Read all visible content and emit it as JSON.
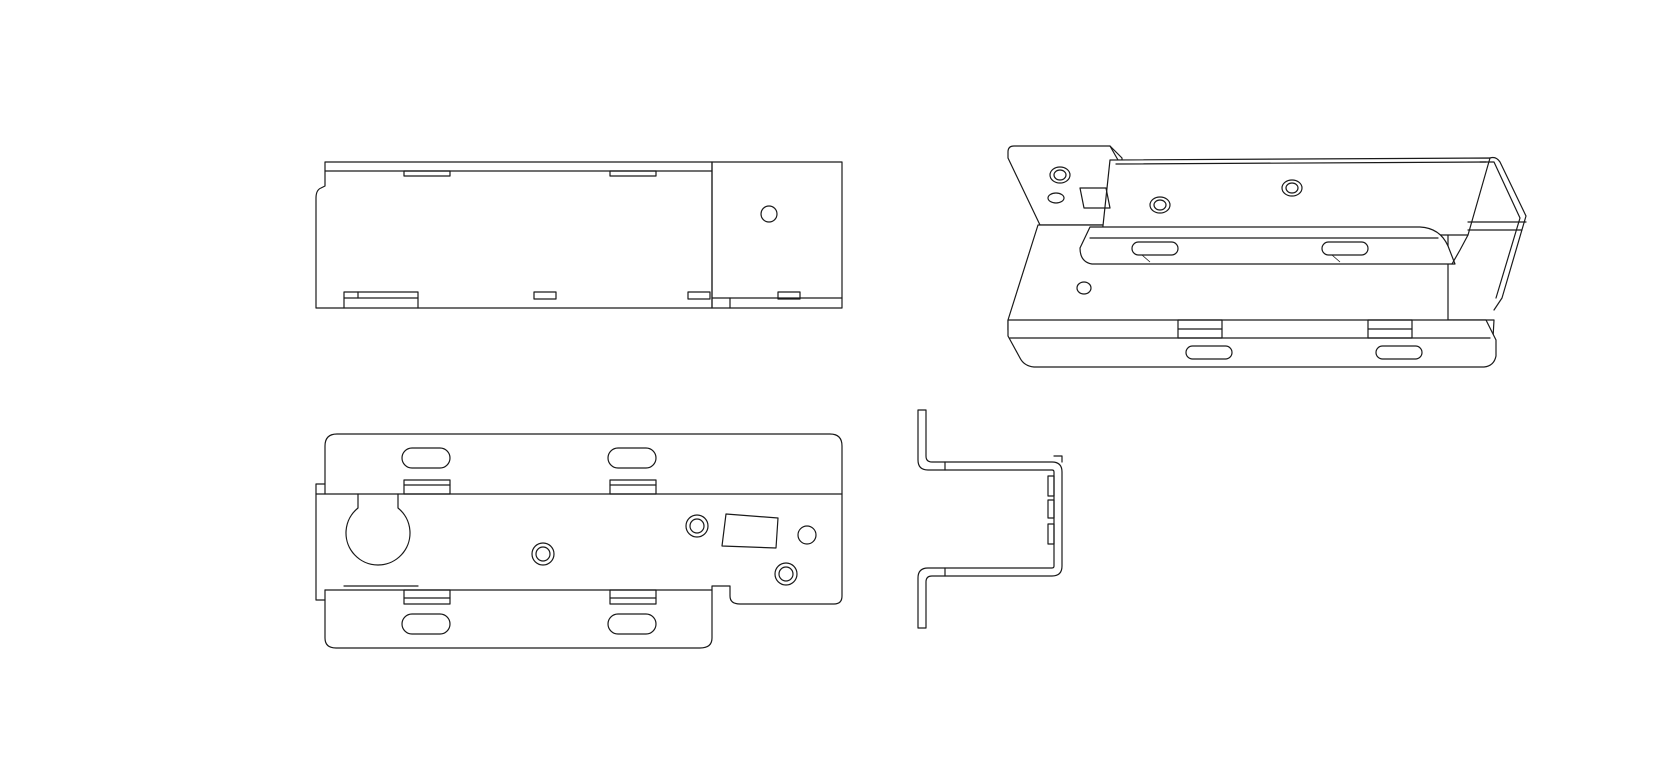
{
  "drawing": {
    "line_color": "#1a1a1a",
    "background_color": "#ffffff",
    "views": [
      {
        "name": "side-view"
      },
      {
        "name": "isometric-view"
      },
      {
        "name": "top-view"
      },
      {
        "name": "end-view"
      }
    ]
  }
}
